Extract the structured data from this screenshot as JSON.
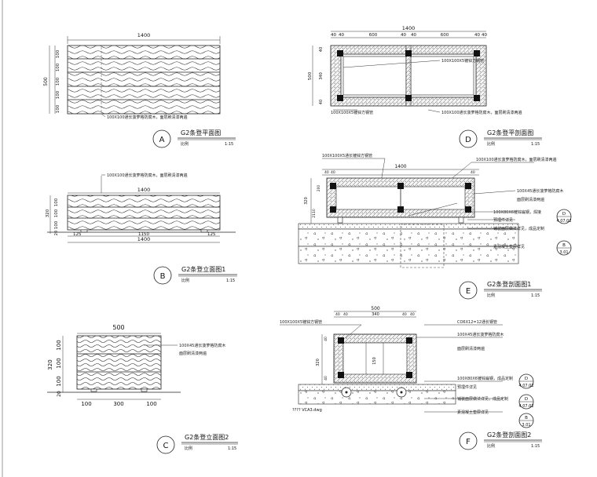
{
  "dims": {
    "d1400": "1400",
    "d500": "500",
    "d100": "100",
    "d125": "125",
    "d1150": "1150",
    "d320": "320",
    "d20": "20",
    "d300": "300",
    "d40": "40",
    "d600": "600",
    "d340": "340",
    "d150": "150",
    "d2110": "2110",
    "d200": "200"
  },
  "views": {
    "A": {
      "letter": "A",
      "title": "G2条登平面图",
      "scale_label": "比例",
      "scale": "1:15"
    },
    "B": {
      "letter": "B",
      "title": "G2条登立面图1",
      "scale_label": "比例",
      "scale": "1:15"
    },
    "C": {
      "letter": "C",
      "title": "G2条登立面图2",
      "scale_label": "比例",
      "scale": "1:15"
    },
    "D": {
      "letter": "D",
      "title": "G2条登平剖面图",
      "scale_label": "比例",
      "scale": "1:15"
    },
    "E": {
      "letter": "E",
      "title": "G2条登剖面图1",
      "scale_label": "比例",
      "scale": "1:15"
    },
    "F": {
      "letter": "F",
      "title": "G2条登剖面图2",
      "scale_label": "比例",
      "scale": "1:15"
    }
  },
  "notes": {
    "a_wood": "100X100通长菠萝格防腐木，面层刷清漆两遍",
    "b_wood": "100X100通长菠萝格防腐木，面层刷清漆两遍",
    "c_wood": "100X45通长菠萝格防腐木",
    "c_wood2": "面层刷清漆两遍",
    "d_steel1": "100X100X5镀锌方钢管",
    "d_wood": "100X100通长菠萝格防腐木，面层刷清漆两遍",
    "d_steel2": "100X100X5镀锌方钢管",
    "d_steel3": "100X100X5镀锌方钢管",
    "e_steel": "100X100X5通长镀锌方钢管",
    "e_wood": "100X100通长菠萝格防腐木，面层刷清漆两遍",
    "e_wood2": "100X45通长菠萝格防腐木",
    "e_finish": "面层刷清漆两遍",
    "e_bolt": "100X80X6镀锌扁钢，焊接",
    "e_embed": "预埋件详见",
    "e_paving": "铺装面层做法详见，成品定制",
    "e_found": "素混凝土垫层详见",
    "f_steel1": "100X100X5镀锌方钢管",
    "f_rsteel": "CO6X12=12通长钢管",
    "f_wood": "100X45通长菠萝格防腐木",
    "f_wood2": "面层刷清漆两遍",
    "f_bolt": "100X80X6镀锌扁钢，成品定制",
    "f_embed": "预埋件详见",
    "f_paving": "铺装面层做法详见，成品定制",
    "f_found": "素混凝土垫层详见",
    "f_xref": "????  VCA3.dwg"
  },
  "refs": {
    "r1": {
      "letter": "D",
      "sheet": "4.07.02"
    },
    "r2": {
      "letter": "B",
      "sheet": "3.01"
    },
    "r3": {
      "letter": "D",
      "sheet": "4.07.02"
    },
    "r4": {
      "letter": "D",
      "sheet": "4.07.02"
    },
    "r5": {
      "letter": "B",
      "sheet": "3.01"
    }
  }
}
